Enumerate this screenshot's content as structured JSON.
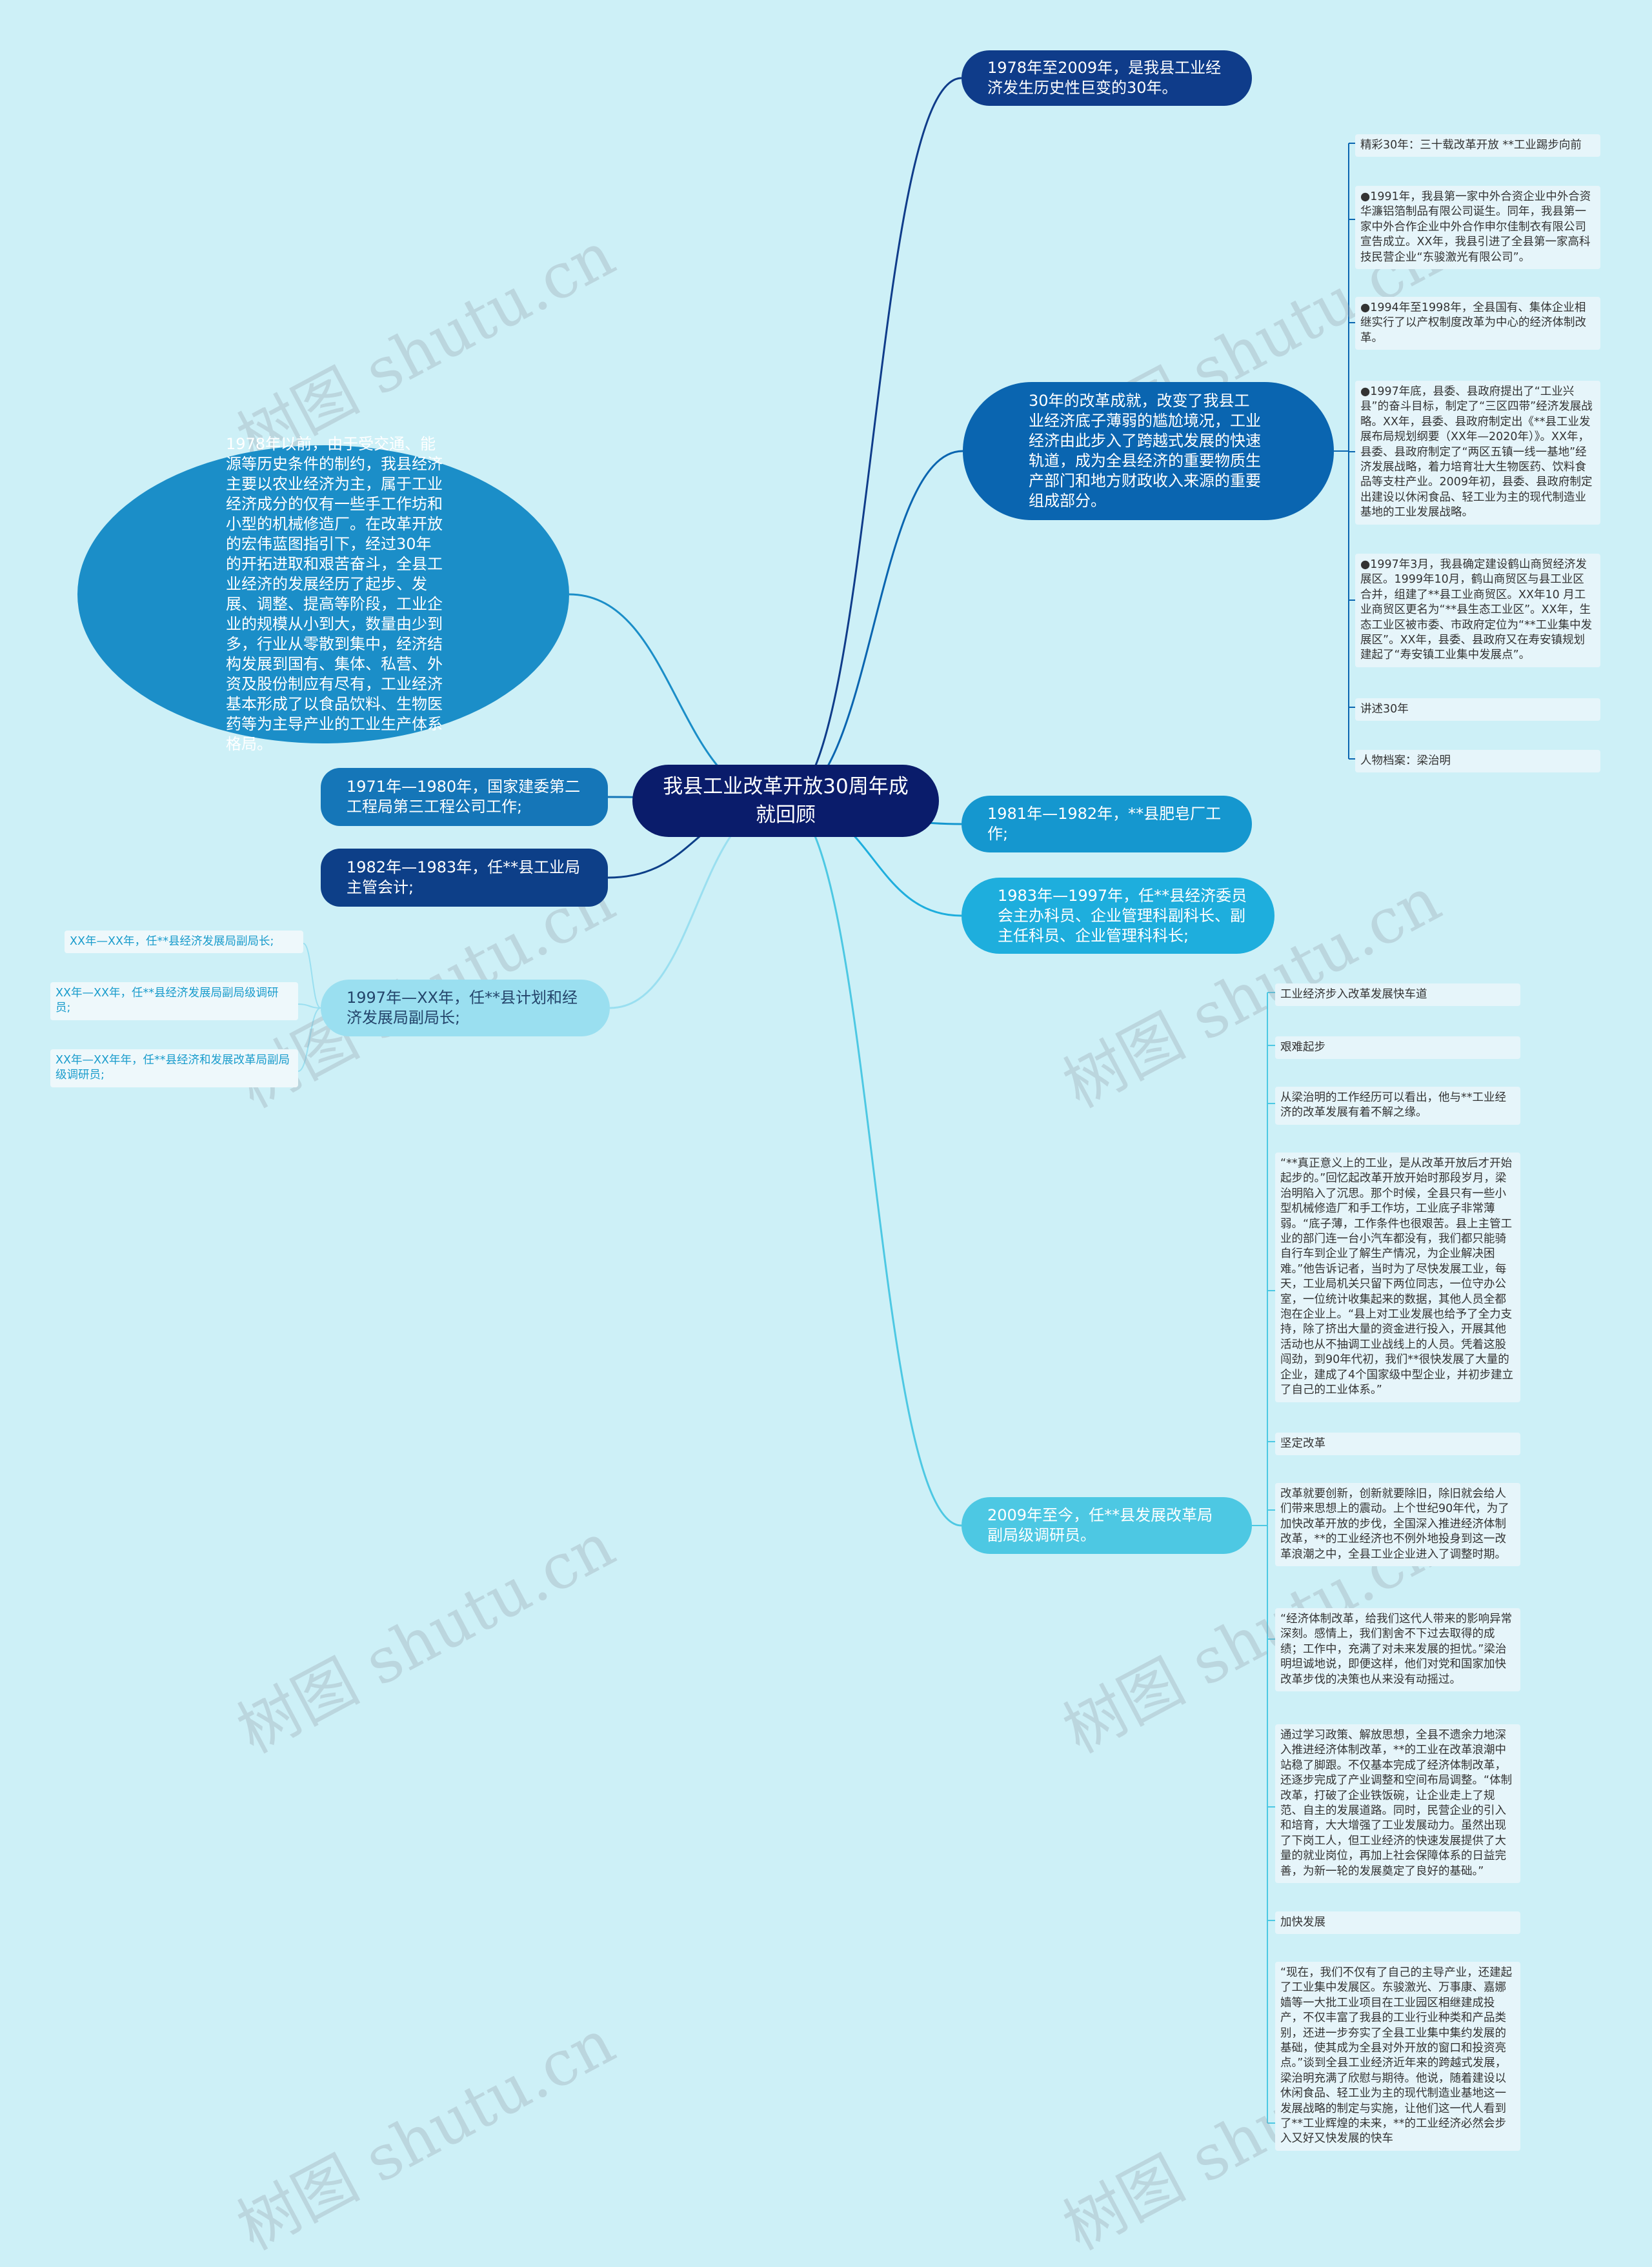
{
  "center": "我县工业改革开放30周年成就回顾",
  "right_branches": [
    {
      "text": "1978年至2009年，是我县工业经济发生历史性巨变的30年。"
    },
    {
      "text": "30年的改革成就，改变了我县工业经济底子薄弱的尴尬境况，工业经济由此步入了跨越式发展的快速轨道，成为全县经济的重要物质生产部门和地方财政收入来源的重要组成部分。"
    },
    {
      "text": "1981年—1982年，**县肥皂厂工作;"
    },
    {
      "text": "1983年—1997年，任**县经济委员会主办科员、企业管理科副科长、副主任科员、企业管理科科长;"
    },
    {
      "text": "2009年至今，任**县发展改革局副局级调研员。"
    }
  ],
  "left_branches": [
    {
      "text": "1978年以前，由于受交通、能源等历史条件的制约，我县经济主要以农业经济为主，属于工业经济成分的仅有一些手工作坊和小型的机械修造厂。在改革开放的宏伟蓝图指引下，经过30年的开拓进取和艰苦奋斗，全县工业经济的发展经历了起步、发展、调整、提高等阶段，工业企业的规模从小到大，数量由少到多，行业从零散到集中，经济结构发展到国有、集体、私营、外资及股份制应有尽有，工业经济基本形成了以食品饮料、生物医药等为主导产业的工业生产体系格局。"
    },
    {
      "text": "1971年—1980年，国家建委第二工程局第三工程公司工作;"
    },
    {
      "text": "1982年—1983年，任**县工业局主管会计;"
    },
    {
      "text": "1997年—XX年，任**县计划和经济发展局副局长;"
    }
  ],
  "left_leaves": [
    "XX年—XX年，任**县经济发展局副局长;",
    "XX年—XX年，任**县经济发展局副局级调研员;",
    "XX年—XX年年，任**县经济和发展改革局副局级调研员;"
  ],
  "upper_leaves": [
    "精彩30年：三十载改革开放 **工业踢步向前",
    "●1991年，我县第一家中外合资企业中外合资华濂铝箔制品有限公司诞生。同年，我县第一家中外合作企业中外合作申尔佳制衣有限公司宣告成立。XX年，我县引进了全县第一家高科技民营企业“东骏激光有限公司”。",
    "●1994年至1998年，全县国有、集体企业相继实行了以产权制度改革为中心的经济体制改革。",
    "●1997年底，县委、县政府提出了“工业兴县”的奋斗目标，制定了“三区四带”经济发展战略。XX年，县委、县政府制定出《**县工业发展布局规划纲要（XX年—2020年）》。XX年，县委、县政府制定了“两区五镇一线一基地”经济发展战略，着力培育壮大生物医药、饮料食品等支柱产业。2009年初，县委、县政府制定出建设以休闲食品、轻工业为主的现代制造业基地的工业发展战略。",
    "●1997年3月，我县确定建设鹤山商贸经济发展区。1999年10月，鹤山商贸区与县工业区合并，组建了**县工业商贸区。XX年10 月工业商贸区更名为“**县生态工业区”。XX年，生态工业区被市委、市政府定位为“**工业集中发展区”。XX年，县委、县政府又在寿安镇规划建起了“寿安镇工业集中发展点”。",
    "讲述30年",
    "人物档案：梁治明"
  ],
  "lower_leaves": [
    "工业经济步入改革发展快车道",
    "艰难起步",
    "从梁治明的工作经历可以看出，他与**工业经济的改革发展有着不解之缘。",
    "“**真正意义上的工业，是从改革开放后才开始起步的。”回忆起改革开放开始时那段岁月，梁治明陷入了沉思。那个时候，全县只有一些小型机械修造厂和手工作坊，工业底子非常薄弱。“底子薄，工作条件也很艰苦。县上主管工业的部门连一台小汽车都没有，我们都只能骑自行车到企业了解生产情况，为企业解决困难。”他告诉记者，当时为了尽快发展工业，每天，工业局机关只留下两位同志，一位守办公室，一位统计收集起来的数据，其他人员全都泡在企业上。“县上对工业发展也给予了全力支持，除了挤出大量的资金进行投入，开展其他活动也从不抽调工业战线上的人员。凭着这股闯劲，到90年代初，我们**很快发展了大量的企业，建成了4个国家级中型企业，并初步建立了自己的工业体系。”",
    "坚定改革",
    "改革就要创新，创新就要除旧，除旧就会给人们带来思想上的震动。上个世纪90年代，为了加快改革开放的步伐，全国深入推进经济体制改革，**的工业经济也不例外地投身到这一改革浪潮之中，全县工业企业进入了调整时期。",
    "“经济体制改革，给我们这代人带来的影响异常深刻。感情上，我们割舍不下过去取得的成绩；工作中，充满了对未来发展的担忧。”梁治明坦诚地说，即便这样，他们对党和国家加快改革步伐的决策也从来没有动摇过。",
    "通过学习政策、解放思想，全县不遗余力地深入推进经济体制改革，**的工业在改革浪潮中站稳了脚跟。不仅基本完成了经济体制改革，还逐步完成了产业调整和空间布局调整。“体制改革，打破了企业铁饭碗，让企业走上了规范、自主的发展道路。同时，民营企业的引入和培育，大大增强了工业发展动力。虽然出现了下岗工人，但工业经济的快速发展提供了大量的就业岗位，再加上社会保障体系的日益完善，为新一轮的发展奠定了良好的基础。”",
    "加快发展",
    "“现在，我们不仅有了自己的主导产业，还建起了工业集中发展区。东骏激光、万事康、嘉娜嫱等一大批工业项目在工业园区相继建成投产，不仅丰富了我县的工业行业种类和产品类别，还进一步夯实了全县工业集中集约发展的基础，使其成为全县对外开放的窗口和投资亮点。”谈到全县工业经济近年来的跨越式发展，梁治明充满了欣慰与期待。他说，随着建设以休闲食品、轻工业为主的现代制造业基地这一发展战略的制定与实施，让他们这一代人看到了**工业辉煌的未来，**的工业经济必然会步入又好又快发展的快车"
  ],
  "watermark": "树图 shutu.cn",
  "colors": {
    "background": "#cdf0f7",
    "center": "#0a1c6b",
    "navy": "#0f3c8a",
    "deep_blue": "#0a65b0",
    "mid_blue": "#1b8ec8",
    "sky_blue": "#27b2dc",
    "cyan": "#4dc8e3",
    "light_cyan": "#9adff0",
    "leaf_bg": "#e6f5fa"
  }
}
